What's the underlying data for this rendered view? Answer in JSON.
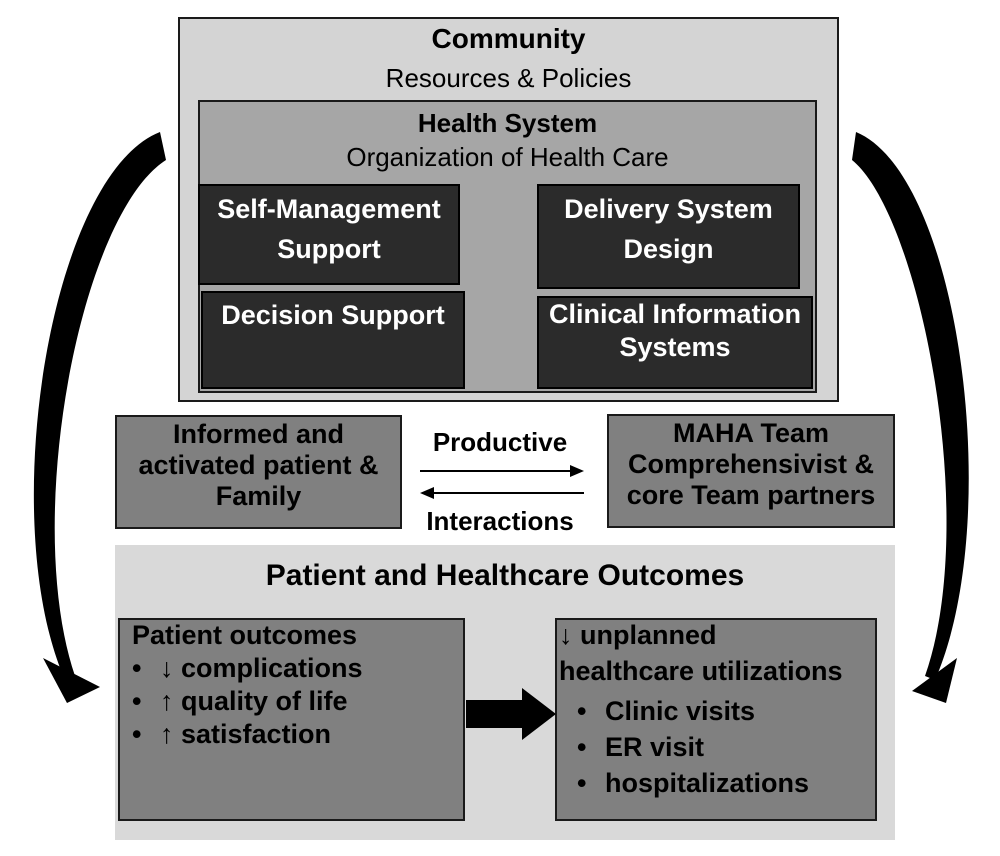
{
  "community": {
    "title": "Community",
    "subtitle": "Resources & Policies"
  },
  "health_system": {
    "title": "Health System",
    "subtitle": "Organization of Health Care"
  },
  "components": {
    "self_management": [
      "Self-Management",
      "Support"
    ],
    "delivery_system": [
      "Delivery System",
      "Design"
    ],
    "decision_support": [
      "Decision Support"
    ],
    "clinical_info": [
      "Clinical Information",
      "Systems"
    ]
  },
  "patient_box": [
    "Informed and",
    "activated patient &",
    "Family"
  ],
  "team_box": [
    "MAHA Team",
    "Comprehensivist &",
    "core Team partners"
  ],
  "interaction": {
    "top": "Productive",
    "bottom": "Interactions"
  },
  "outcomes": {
    "title": "Patient and Healthcare Outcomes",
    "patient": {
      "heading": "Patient outcomes",
      "items": [
        "↓ complications",
        "↑ quality of life",
        "↑ satisfaction"
      ]
    },
    "utilization": {
      "heading_lines": [
        "↓ unplanned",
        "healthcare utilizations"
      ],
      "items": [
        "Clinic visits",
        "ER visit",
        "hospitalizations"
      ]
    }
  },
  "bullet": "•",
  "colors": {
    "community_bg": "#d4d4d4",
    "health_bg": "#a6a6a6",
    "component_bg": "#2b2b2b",
    "mid_bg": "#808080",
    "outcomes_bg": "#d9d9d9"
  }
}
